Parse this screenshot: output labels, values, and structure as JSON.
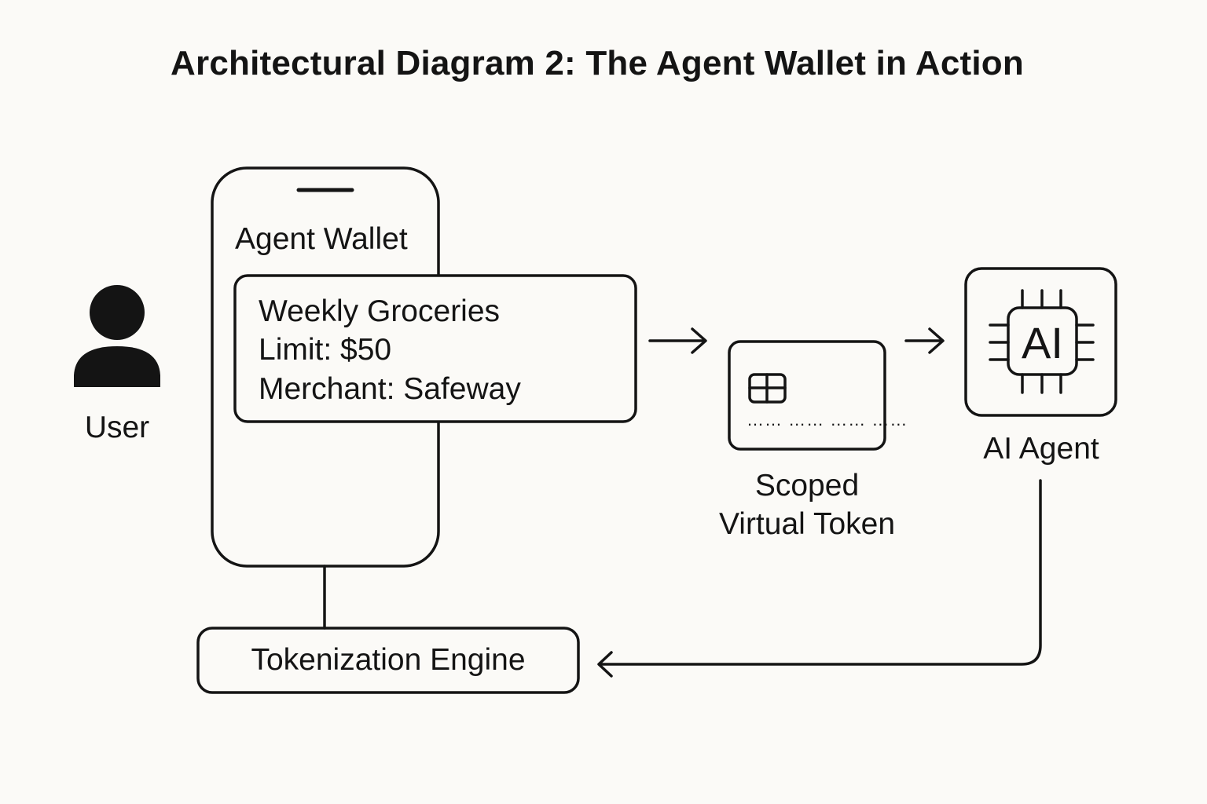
{
  "title": "Architectural Diagram 2: The Agent Wallet in Action",
  "nodes": {
    "user": {
      "label": "User",
      "icon": "user-icon"
    },
    "agent_wallet": {
      "label": "Agent Wallet",
      "icon": "phone-icon",
      "card": {
        "name": "Weekly Groceries",
        "limit": "Limit: $50",
        "merchant": "Merchant: Safeway"
      }
    },
    "scoped_token": {
      "label_line1": "Scoped",
      "label_line2": "Virtual Token",
      "icon": "credit-card-icon",
      "masked_number": "…… …… …… ……"
    },
    "ai_agent": {
      "label": "AI Agent",
      "icon": "ai-chip-icon",
      "chip_text": "AI"
    },
    "tokenization_engine": {
      "label": "Tokenization Engine"
    }
  },
  "edges": [
    {
      "from": "Weekly Groceries",
      "to": "Scoped Virtual Token"
    },
    {
      "from": "Scoped Virtual Token",
      "to": "AI Agent"
    },
    {
      "from": "AI Agent",
      "to": "Tokenization Engine"
    },
    {
      "from": "Agent Wallet",
      "to": "Tokenization Engine"
    }
  ],
  "colors": {
    "background": "#fbfaf7",
    "stroke": "#141414"
  }
}
